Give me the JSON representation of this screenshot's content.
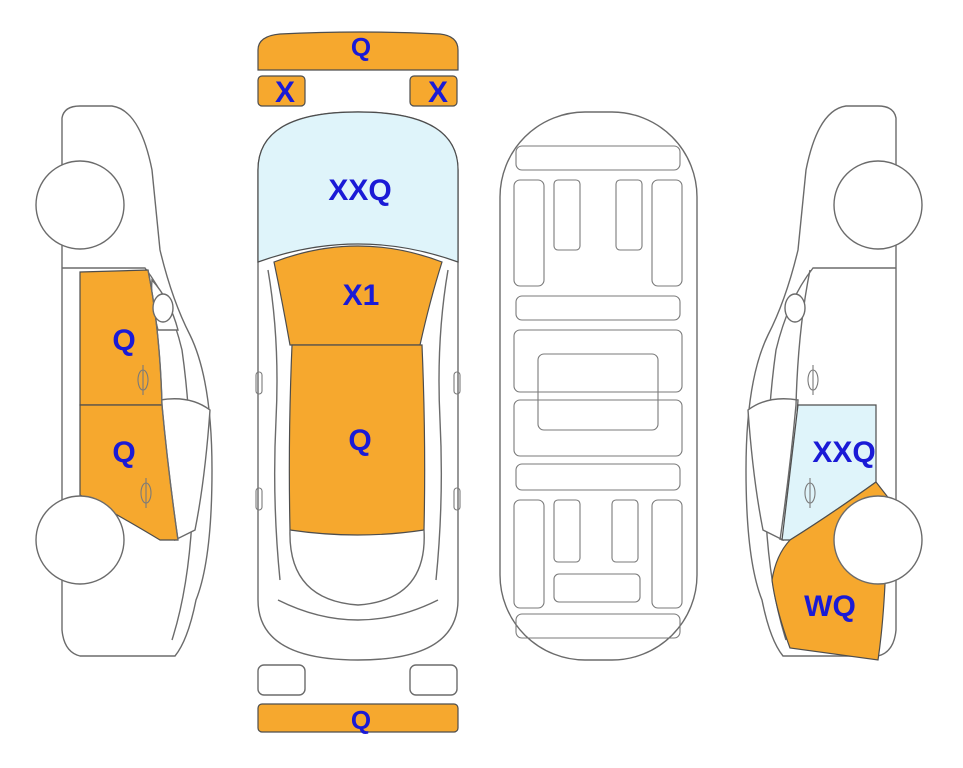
{
  "colors": {
    "damage_orange": "#F6A82E",
    "damage_light_blue": "#DFF4FA",
    "label_blue": "#1A1AD6"
  },
  "views": {
    "front_bumper": {
      "label": "Q"
    },
    "front_left_light": {
      "label": "X"
    },
    "front_right_light": {
      "label": "X"
    },
    "windshield": {
      "label": "XXQ"
    },
    "hood": {
      "label": "X1"
    },
    "roof": {
      "label": "Q"
    },
    "rear_bumper": {
      "label": "Q"
    },
    "left_front_door": {
      "label": "Q"
    },
    "left_rear_door": {
      "label": "Q"
    },
    "right_rear_window": {
      "label": "XXQ"
    },
    "right_rear_quarter": {
      "label": "WQ"
    }
  }
}
